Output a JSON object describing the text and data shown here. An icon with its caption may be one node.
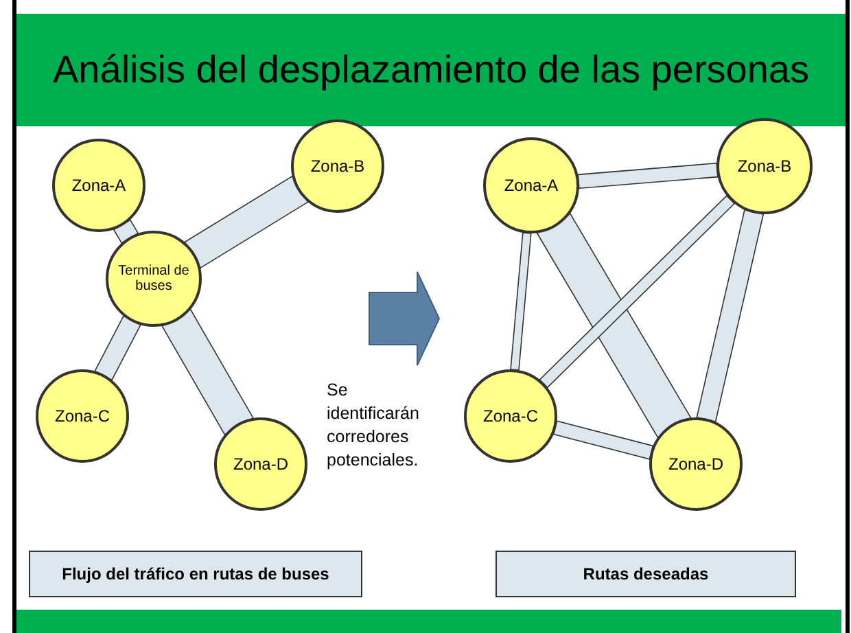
{
  "diagram": {
    "title": "Análisis del desplazamiento de las personas",
    "nodes": [
      {
        "text": [
          "Zona-A"
        ]
      },
      {
        "text": [
          "Zona-B"
        ]
      },
      {
        "text": [
          "Terminal de buses"
        ]
      },
      {
        "text": [
          "Zona-C"
        ]
      },
      {
        "text": [
          "Zona-D"
        ]
      },
      {
        "text": [
          "Zona-A"
        ]
      },
      {
        "text": [
          "Zona-B"
        ]
      },
      {
        "text": [
          "Zona-C"
        ]
      },
      {
        "text": [
          "Zona-D"
        ]
      },
      {
        "text": [
          "Flujo del tráfico en rutas de buses"
        ]
      },
      {
        "text": [
          "Rutas deseadas"
        ]
      }
    ],
    "edges": [
      {
        "from": 2,
        "to": 0,
        "arrow": "none",
        "style": "thick"
      },
      {
        "from": 2,
        "to": 1,
        "arrow": "none",
        "style": "thick"
      },
      {
        "from": 2,
        "to": 3,
        "arrow": "none",
        "style": "thick"
      },
      {
        "from": 2,
        "to": 4,
        "arrow": "none",
        "style": "thick"
      },
      {
        "from": 5,
        "to": 6,
        "arrow": "none",
        "style": "thick"
      },
      {
        "from": 5,
        "to": 7,
        "arrow": "none",
        "style": "thick"
      },
      {
        "from": 5,
        "to": 8,
        "arrow": "none",
        "style": "thick"
      },
      {
        "from": 6,
        "to": 7,
        "arrow": "none",
        "style": "thick"
      },
      {
        "from": 6,
        "to": 8,
        "arrow": "none",
        "style": "thick"
      },
      {
        "from": 7,
        "to": 8,
        "arrow": "none",
        "style": "thick"
      }
    ],
    "labels": [
      "Se identificarán corredores potenciales."
    ]
  }
}
